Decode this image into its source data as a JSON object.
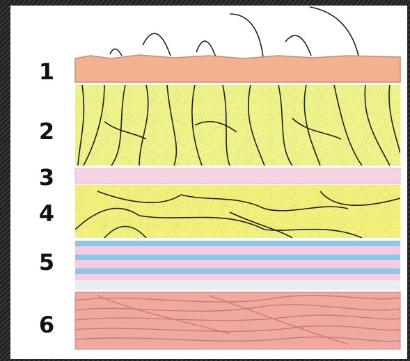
{
  "labels": [
    "1",
    "2",
    "3",
    "4",
    "5",
    "6"
  ],
  "layers": [
    {
      "number": "1",
      "fill": "#f2b28f"
    },
    {
      "number": "2",
      "fill": "#eef28a"
    },
    {
      "number": "3",
      "fill": "#f6d2e2"
    },
    {
      "number": "4",
      "fill": "#f1f07c"
    },
    {
      "number": "5",
      "fill": "#f5cbe0"
    },
    {
      "number": "6",
      "fill": "#efa9a0"
    }
  ],
  "colors": {
    "outline": "#1d1d1d",
    "band_blue": "#8ec7e6",
    "background": "#ffffff"
  }
}
